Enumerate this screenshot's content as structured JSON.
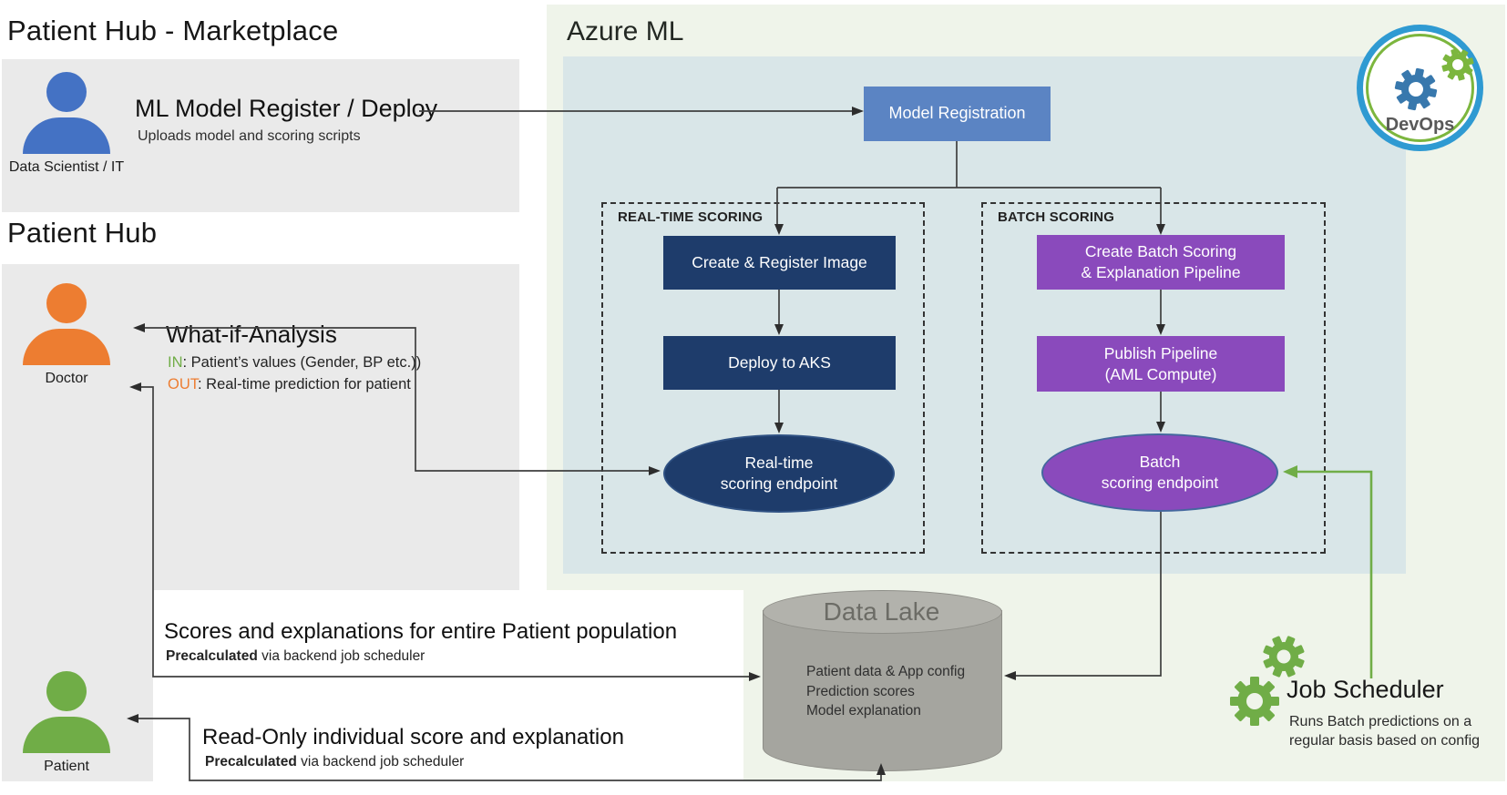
{
  "titles": {
    "marketplace": "Patient Hub - Marketplace",
    "patient_hub": "Patient Hub",
    "azure_ml": "Azure ML"
  },
  "colors": {
    "actor_blue": "#4472c4",
    "actor_orange": "#ed7d31",
    "actor_green": "#70ad47",
    "box_blue": "#5b84c3",
    "box_navy": "#1e3c6b",
    "box_purple": "#8a4abc",
    "panel_gray": "#eaeaea",
    "azure_outer_green": "#eff4ea",
    "azure_inner_blue": "#d9e6e8",
    "connector": "#3f3f3f",
    "green_connector": "#70ad47"
  },
  "marketplace": {
    "actor_label": "Data Scientist / IT",
    "action_title": "ML Model Register / Deploy",
    "action_subtitle": "Uploads model and scoring scripts"
  },
  "patient_hub": {
    "doctor_label": "Doctor",
    "patient_label": "Patient",
    "whatif": {
      "title": "What-if-Analysis",
      "in_label": "IN",
      "in_text": ": Patient’s values (Gender, BP etc.))",
      "out_label": "OUT",
      "out_text": ": Real-time prediction for patient"
    },
    "population_note": {
      "title": "Scores and explanations for entire Patient population",
      "subtitle_bold": "Precalculated",
      "subtitle_rest": " via backend job scheduler"
    },
    "readonly_note": {
      "title": "Read-Only individual score and explanation",
      "subtitle_bold": "Precalculated",
      "subtitle_rest": " via backend job scheduler"
    }
  },
  "azure": {
    "model_registration": "Model Registration",
    "realtime": {
      "label": "REAL-TIME SCORING",
      "steps": [
        "Create & Register Image",
        "Deploy to AKS"
      ],
      "endpoint": "Real-time\nscoring endpoint"
    },
    "batch": {
      "label": "BATCH SCORING",
      "steps": [
        "Create Batch Scoring\n& Explanation Pipeline",
        "Publish Pipeline\n(AML Compute)"
      ],
      "endpoint": "Batch\nscoring endpoint"
    }
  },
  "data_lake": {
    "title": "Data Lake",
    "items": "Patient data & App config\nPrediction scores\nModel explanation"
  },
  "job_scheduler": {
    "title": "Job Scheduler",
    "subtitle": "Runs Batch predictions on a\nregular basis based on config"
  },
  "devops": {
    "label": "DevOps"
  }
}
